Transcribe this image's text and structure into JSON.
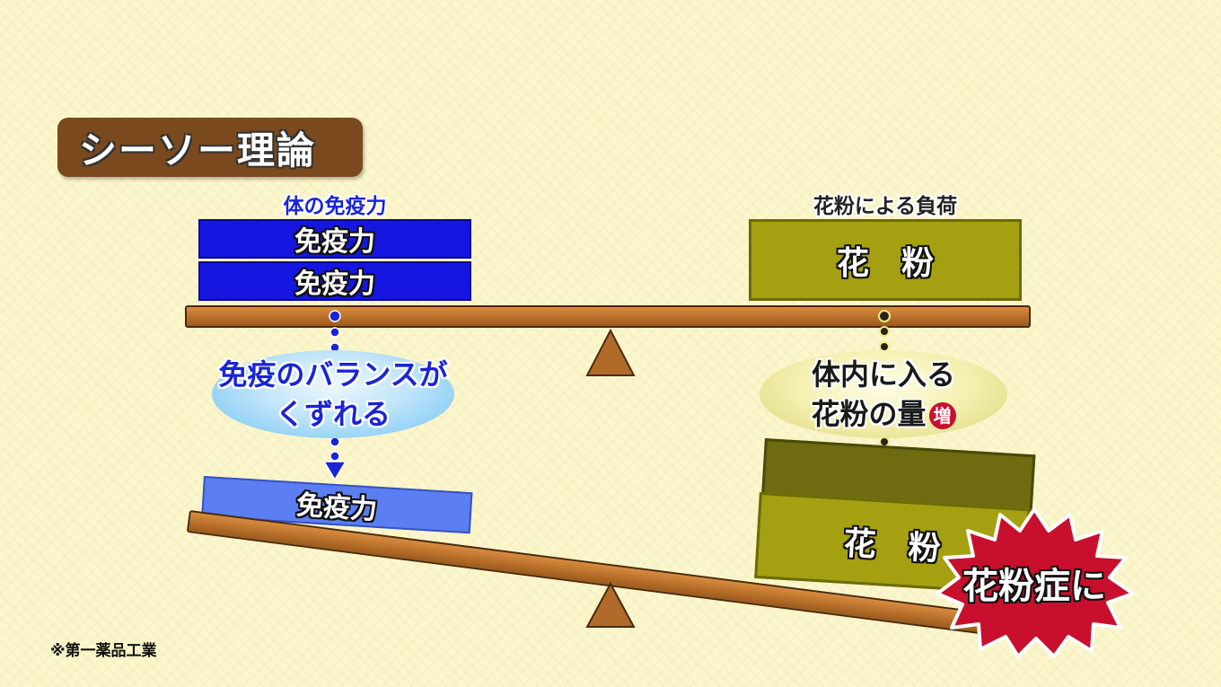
{
  "title": "シーソー理論",
  "left": {
    "label": "体の免疫力",
    "block_top": "免疫力",
    "block_bottom": "免疫力",
    "bubble_line1": "免疫のバランスが",
    "bubble_line2": "くずれる",
    "result_block": "免疫力"
  },
  "right": {
    "label": "花粉による負荷",
    "block": "花　粉",
    "bubble_line1": "体内に入る",
    "bubble_line2": "花粉の量",
    "bubble_badge": "増",
    "result_block": "花　粉",
    "burst": "花粉症に"
  },
  "source": "※第一薬品工業",
  "colors": {
    "immunity_blue": "#1616e0",
    "immunity_light": "#5b7ff2",
    "pollen_olive": "#a4a012",
    "beam_brown": "#b06a2a",
    "burst_red": "#c8102e"
  }
}
